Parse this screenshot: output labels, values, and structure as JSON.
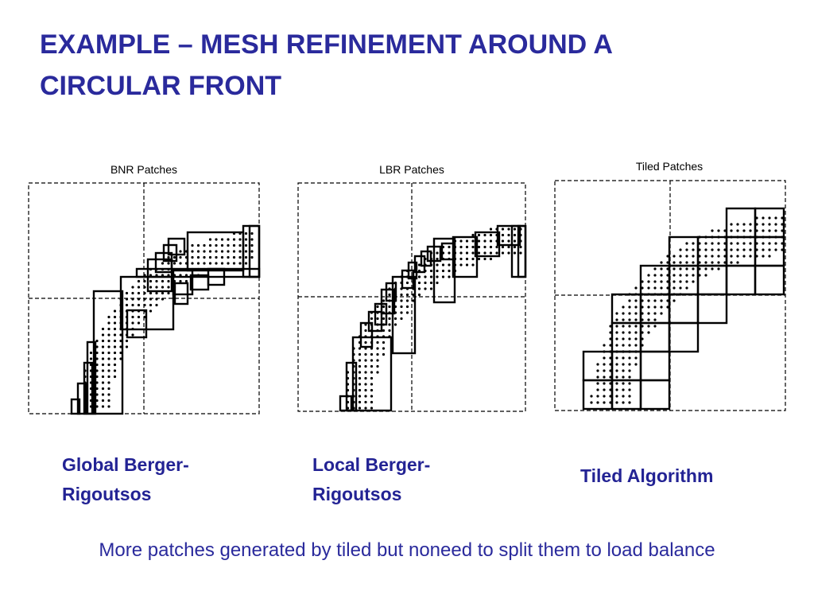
{
  "slide": {
    "title_line1": "EXAMPLE – MESH REFINEMENT AROUND A",
    "title_line2": "CIRCULAR FRONT",
    "footer": "More patches generated by tiled but noneed to split them to load balance"
  },
  "panels": [
    {
      "id": "bnr",
      "heading": "BNR Patches",
      "caption_line1": "Global Berger-",
      "caption_line2": "Rigoutsos"
    },
    {
      "id": "lbr",
      "heading": "LBR Patches",
      "caption_line1": "Local Berger-",
      "caption_line2": "Rigoutsos"
    },
    {
      "id": "tiled",
      "heading": "Tiled Patches",
      "caption_line1": "Tiled Algorithm",
      "caption_line2": ""
    }
  ],
  "colors": {
    "title": "#2a2a9c",
    "caption": "#232394"
  }
}
